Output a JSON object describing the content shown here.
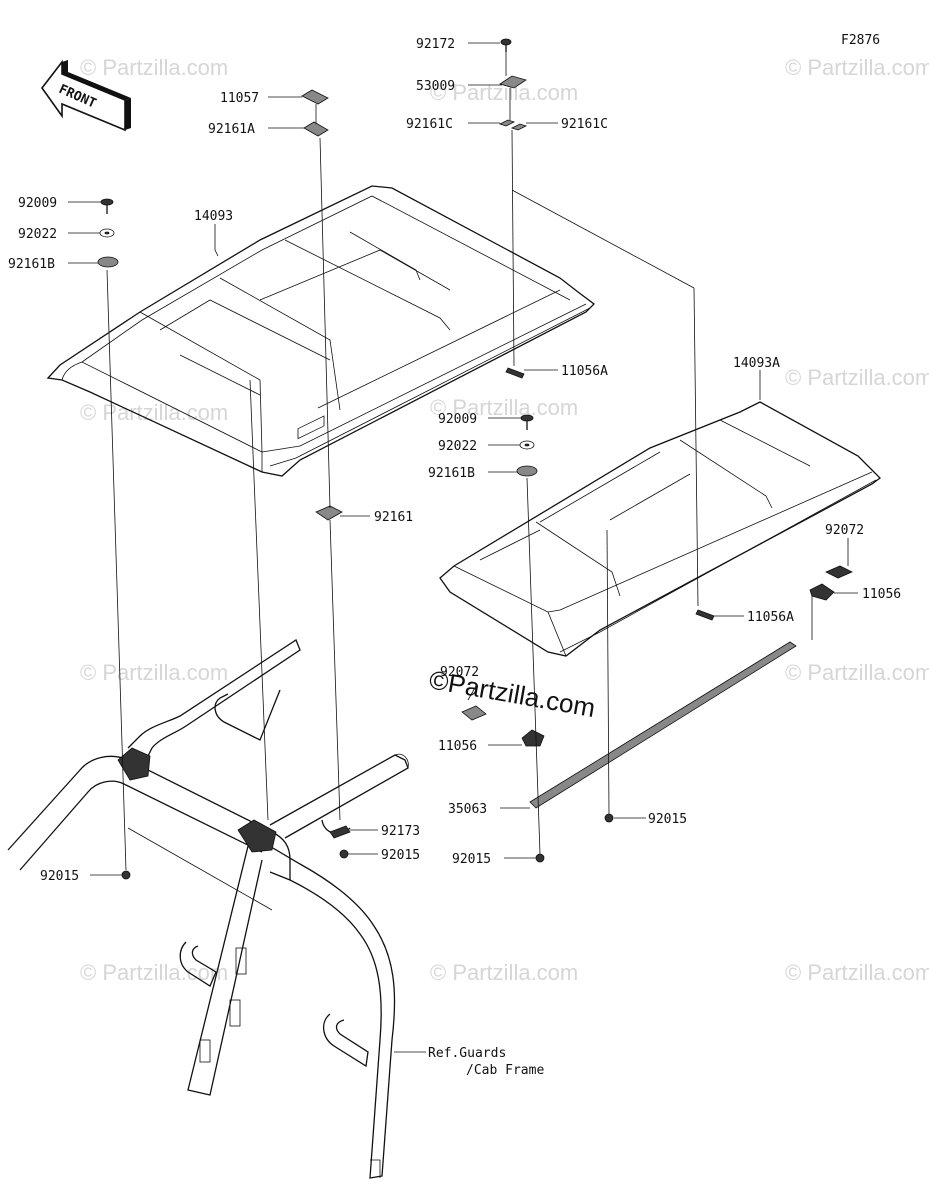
{
  "figure_code": "F2876",
  "direction_label": "FRONT",
  "watermark": "© Partzilla.com",
  "watermark_center": "©Partzilla.com",
  "labels": {
    "p92172": "92172",
    "p53009": "53009",
    "p92161C_l": "92161C",
    "p92161C_r": "92161C",
    "p11057": "11057",
    "p92161A": "92161A",
    "p92009_a": "92009",
    "p92022_a": "92022",
    "p92161B_a": "92161B",
    "p14093": "14093",
    "p11056A_a": "11056A",
    "p14093A": "14093A",
    "p92009_b": "92009",
    "p92022_b": "92022",
    "p92161B_b": "92161B",
    "p92161": "92161",
    "p92072_a": "92072",
    "p11056_a": "11056",
    "p11056A_b": "11056A",
    "p92072_b": "92072",
    "p11056_b": "11056",
    "p35063": "35063",
    "p92015_a": "92015",
    "p92173": "92173",
    "p92015_b": "92015",
    "p92015_c": "92015",
    "p92015_d": "92015",
    "ref_line1": "Ref.Guards",
    "ref_line2": "/Cab Frame"
  }
}
